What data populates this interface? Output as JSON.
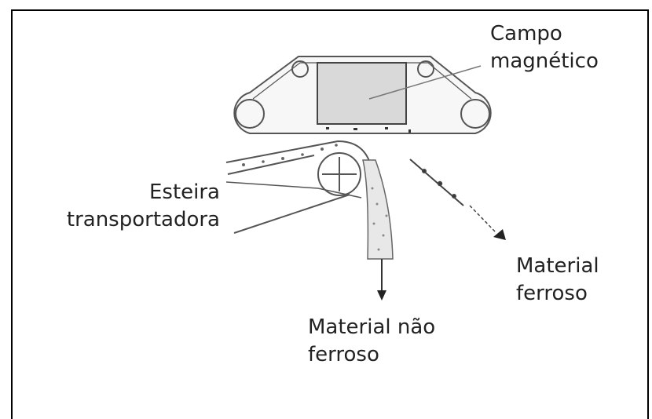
{
  "labels": {
    "magnetic_field": [
      "Campo",
      "magnético"
    ],
    "conveyor_belt": [
      "Esteira",
      "transportadora"
    ],
    "ferrous": [
      "Material",
      "ferroso"
    ],
    "non_ferrous": [
      "Material não",
      "ferroso"
    ]
  }
}
